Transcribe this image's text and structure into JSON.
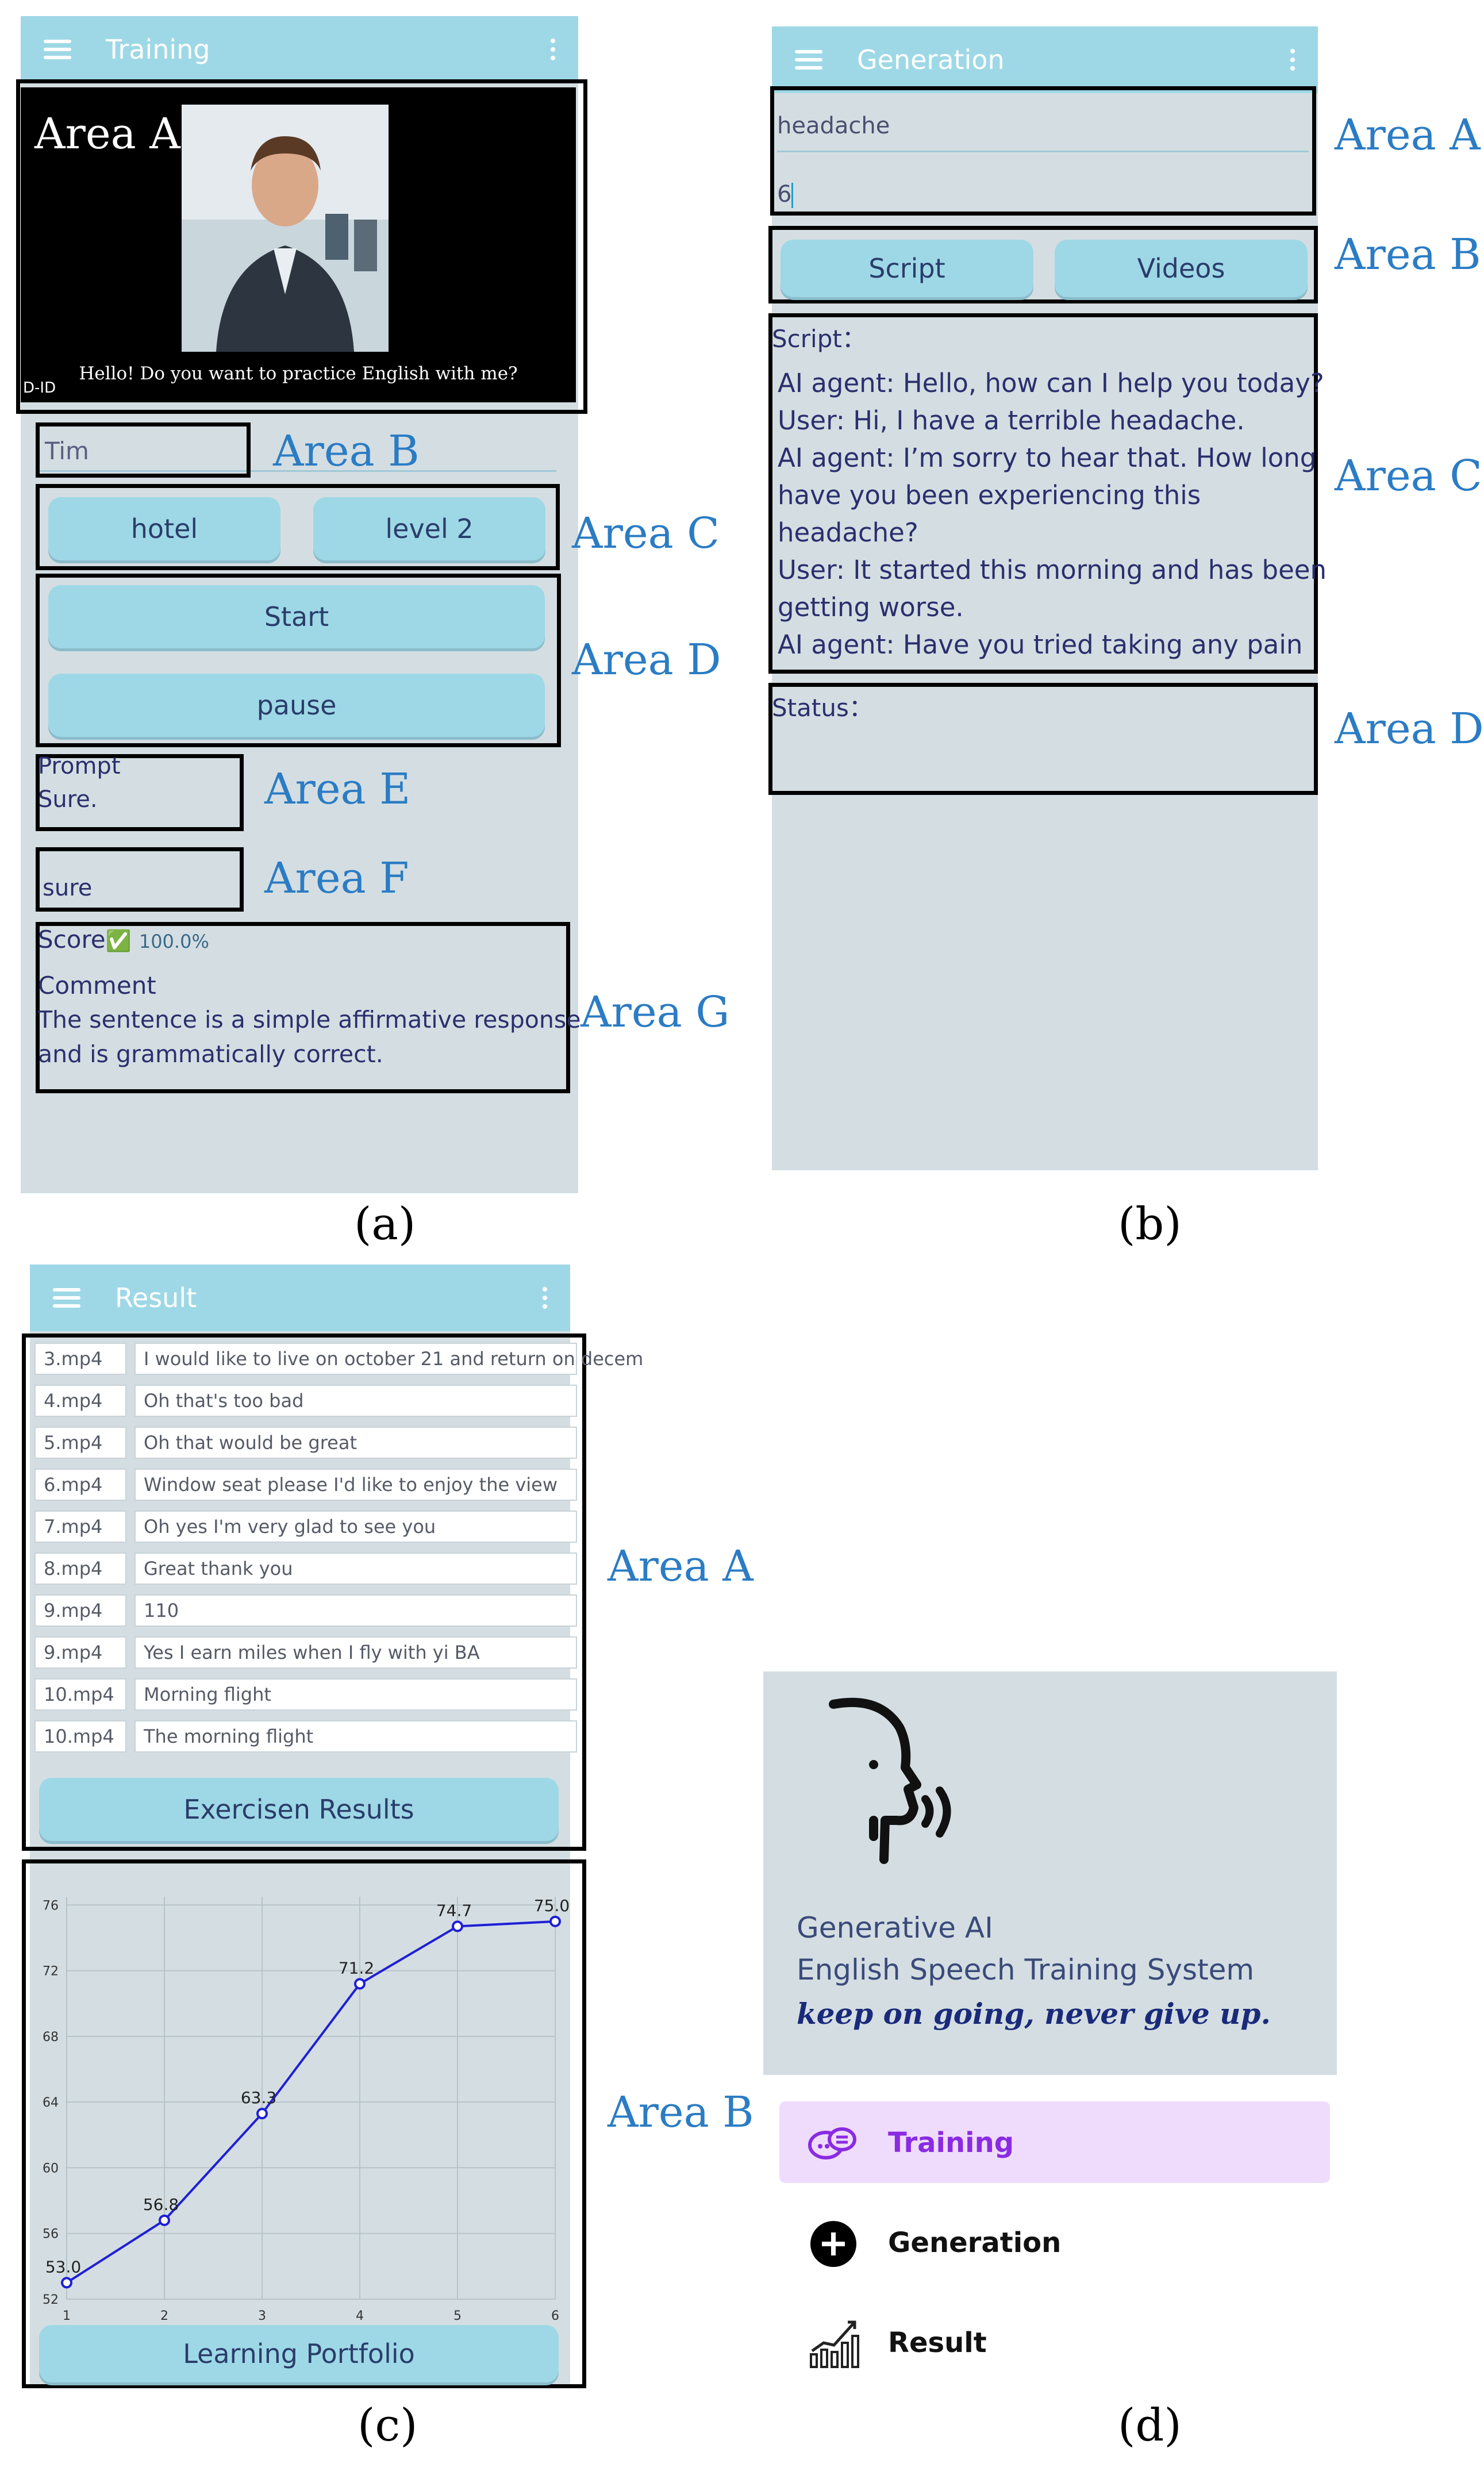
{
  "panel_a": {
    "appbar_title": "Training",
    "area_a_label": "Area A",
    "video_caption": "Hello! Do you want to practice English with me?",
    "video_watermark": "D-ID",
    "name_value": "Tim",
    "area_b_label": "Area B",
    "topic_button": "hotel",
    "level_button": "level 2",
    "area_c_label": "Area C",
    "start_button": "Start",
    "pause_button": "pause",
    "area_d_label": "Area D",
    "prompt_label": "Prompt",
    "prompt_value": "Sure.",
    "area_e_label": "Area E",
    "answer_value": "sure",
    "area_f_label": "Area F",
    "score_label": "Score",
    "score_check": "✅",
    "score_value": "100.0%",
    "comment_label": "Comment",
    "comment_line1": "The sentence is a simple affirmative response",
    "comment_line2": "and is grammatically correct.",
    "area_g_label": "Area G",
    "caption": "(a)"
  },
  "panel_b": {
    "appbar_title": "Generation",
    "topic_input": "headache",
    "count_input": "6",
    "area_a_label": "Area A",
    "script_button": "Script",
    "videos_button": "Videos",
    "area_b_label": "Area B",
    "script_label": "Script：",
    "script_lines": [
      "AI agent: Hello, how can I help you today?",
      "User: Hi, I have a terrible headache.",
      "AI agent: I’m sorry to hear that. How long",
      "have you been experiencing this",
      "headache?",
      "User: It started this morning and has been",
      "getting worse.",
      "AI agent: Have you tried taking any pain"
    ],
    "area_c_label": "Area C",
    "status_label": "Status：",
    "area_d_label": "Area D",
    "caption": "(b)"
  },
  "panel_c": {
    "appbar_title": "Result",
    "rows": [
      {
        "file": "3.mp4",
        "text": "I would like to live on october 21 and return on decem"
      },
      {
        "file": "4.mp4",
        "text": "Oh that's too bad"
      },
      {
        "file": "5.mp4",
        "text": "Oh that would be great"
      },
      {
        "file": "6.mp4",
        "text": "Window seat please I'd like to enjoy the view"
      },
      {
        "file": "7.mp4",
        "text": "Oh yes I'm very glad to see you"
      },
      {
        "file": "8.mp4",
        "text": "Great thank you"
      },
      {
        "file": "9.mp4",
        "text": "110"
      },
      {
        "file": "9.mp4",
        "text": "Yes I earn miles when I fly with yi BA"
      },
      {
        "file": "10.mp4",
        "text": "Morning flight"
      },
      {
        "file": "10.mp4",
        "text": "The morning flight"
      }
    ],
    "exercise_button": "Exercisen Results",
    "area_a_label": "Area A",
    "portfolio_button": "Learning Portfolio",
    "area_b_label": "Area B",
    "caption": "(c)"
  },
  "chart_data": {
    "type": "line",
    "x": [
      1,
      2,
      3,
      4,
      5,
      6
    ],
    "series": [
      {
        "values": [
          53.0,
          56.8,
          63.3,
          71.2,
          74.7,
          75.0
        ],
        "color": "#1f1fd6"
      }
    ],
    "data_labels": [
      "53.0",
      "56.8",
      "63.3",
      "71.2",
      "74.7",
      "75.0"
    ],
    "xticks": [
      "1",
      "2",
      "3",
      "4",
      "5",
      "6"
    ],
    "yticks": [
      "52",
      "56",
      "60",
      "64",
      "68",
      "72",
      "76"
    ],
    "ylim": [
      52,
      76.5
    ],
    "xlim": [
      1,
      6
    ],
    "grid": true,
    "title": "",
    "xlabel": "",
    "ylabel": ""
  },
  "panel_d": {
    "app_name_line1": "Generative AI",
    "app_name_line2": "English Speech Training System",
    "slogan": "keep on going, never give up.",
    "nav": [
      {
        "label": "Training",
        "icon": "chat-bubbles-icon",
        "active": true
      },
      {
        "label": "Generation",
        "icon": "plus-circle-icon",
        "active": false
      },
      {
        "label": "Result",
        "icon": "bar-chart-icon",
        "active": false
      }
    ],
    "caption": "(d)",
    "accent": "#8a2be2"
  }
}
